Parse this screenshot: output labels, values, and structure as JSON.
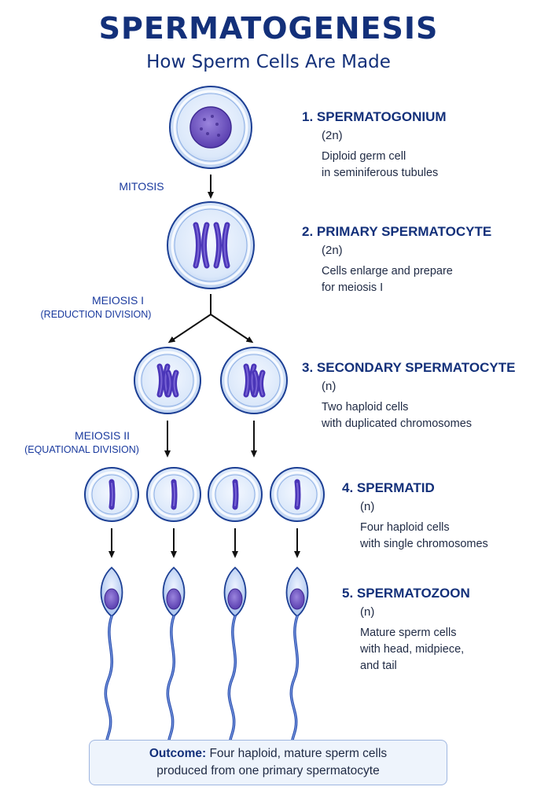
{
  "title": "SPERMATOGENESIS",
  "subtitle": "How Sperm Cells Are Made",
  "phases": {
    "mitosis": "MITOSIS",
    "meiosis1": "MEIOSIS I",
    "meiosis1_sub": "(REDUCTION DIVISION)",
    "meiosis2": "MEIOSIS II",
    "meiosis2_sub": "(EQUATIONAL DIVISION)"
  },
  "steps": [
    {
      "title": "1.  SPERMATOGONIUM",
      "ploidy": "(2n)",
      "desc": "Diploid germ cell\nin seminiferous tubules"
    },
    {
      "title": "2.  PRIMARY SPERMATOCYTE",
      "ploidy": "(2n)",
      "desc": "Cells enlarge and prepare\nfor meiosis I"
    },
    {
      "title": "3.  SECONDARY SPERMATOCYTE",
      "ploidy": "(n)",
      "desc": "Two haploid cells\nwith duplicated chromosomes"
    },
    {
      "title": "4.  SPERMATID",
      "ploidy": "(n)",
      "desc": "Four haploid cells\nwith single chromosomes"
    },
    {
      "title": "5.  SPERMATOZOON",
      "ploidy": "(n)",
      "desc": "Mature sperm cells\nwith head, midpiece,\nand tail"
    }
  ],
  "outcome": {
    "label": "Outcome:",
    "line1": " Four haploid, mature sperm cells",
    "line2": "produced from one primary spermatocyte"
  },
  "colors": {
    "title": "#13307a",
    "cell_fill": "#dce9fa",
    "cell_stroke": "#1c3f94",
    "chromosome": "#4a35b8",
    "arrow": "#111111"
  }
}
